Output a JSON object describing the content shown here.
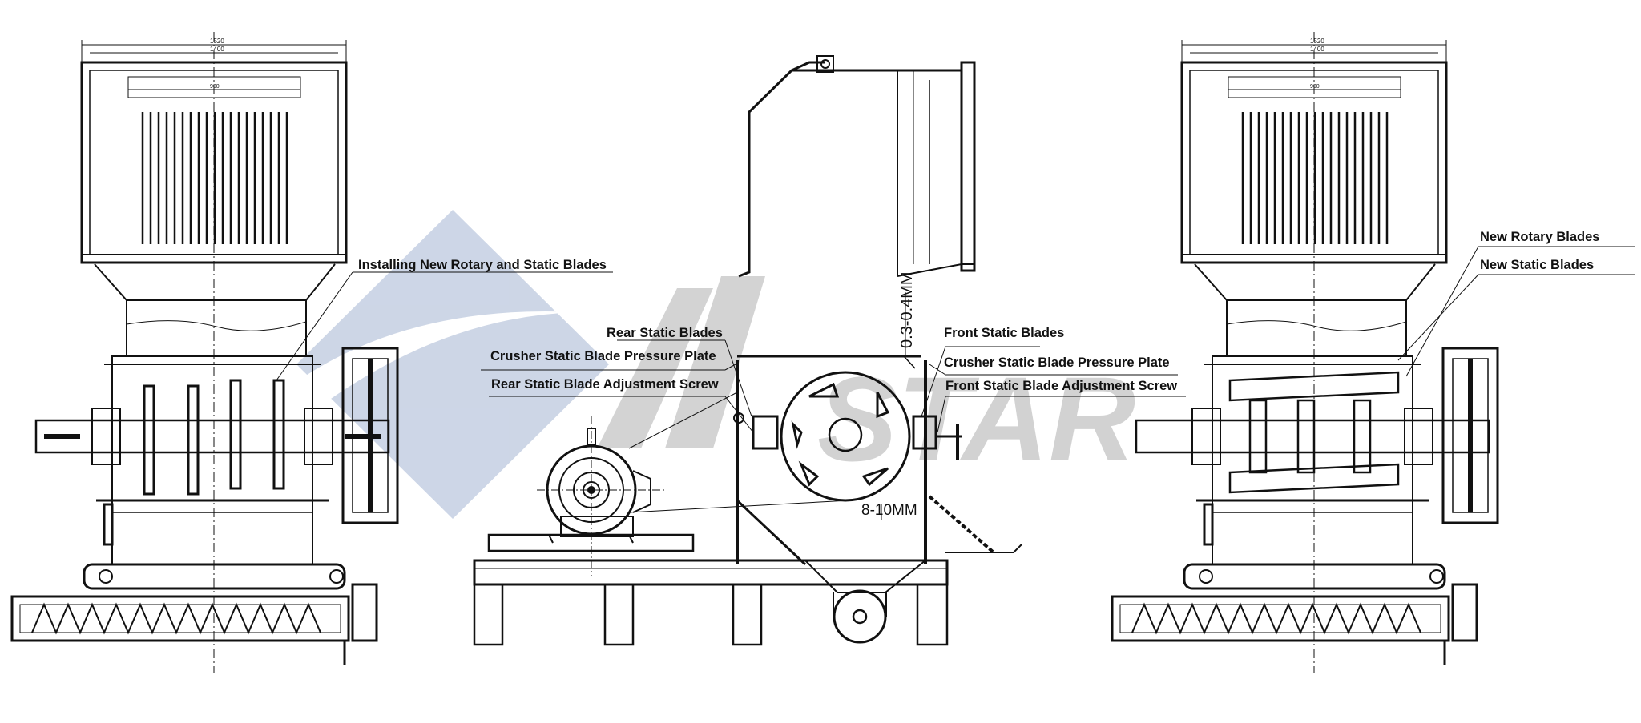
{
  "labels": {
    "installing_new_blades": "Installing New Rotary and Static Blades",
    "rear_static_blades": "Rear Static Blades",
    "crusher_pressure_plate_rear": "Crusher Static Blade Pressure Plate",
    "rear_adjustment_screw": "Rear Static Blade Adjustment Screw",
    "front_static_blades": "Front Static Blades",
    "crusher_pressure_plate_front": "Crusher Static Blade Pressure Plate",
    "front_adjustment_screw": "Front Static Blade Adjustment Screw",
    "new_rotary_blades": "New Rotary Blades",
    "new_static_blades": "New Static Blades"
  },
  "dimensions": {
    "gap_small": "0.3-0.4MM",
    "gap_large": "8-10MM",
    "left_outer_width": "1520",
    "left_inner_width": "1400",
    "left_screen_width": "900",
    "right_outer_width": "1520",
    "right_inner_width": "1400",
    "right_screen_width": "900"
  },
  "watermark": {
    "brand_text": "STAR",
    "colors": {
      "logo": "#c8d2e4",
      "text": "#c9c9c9"
    }
  }
}
